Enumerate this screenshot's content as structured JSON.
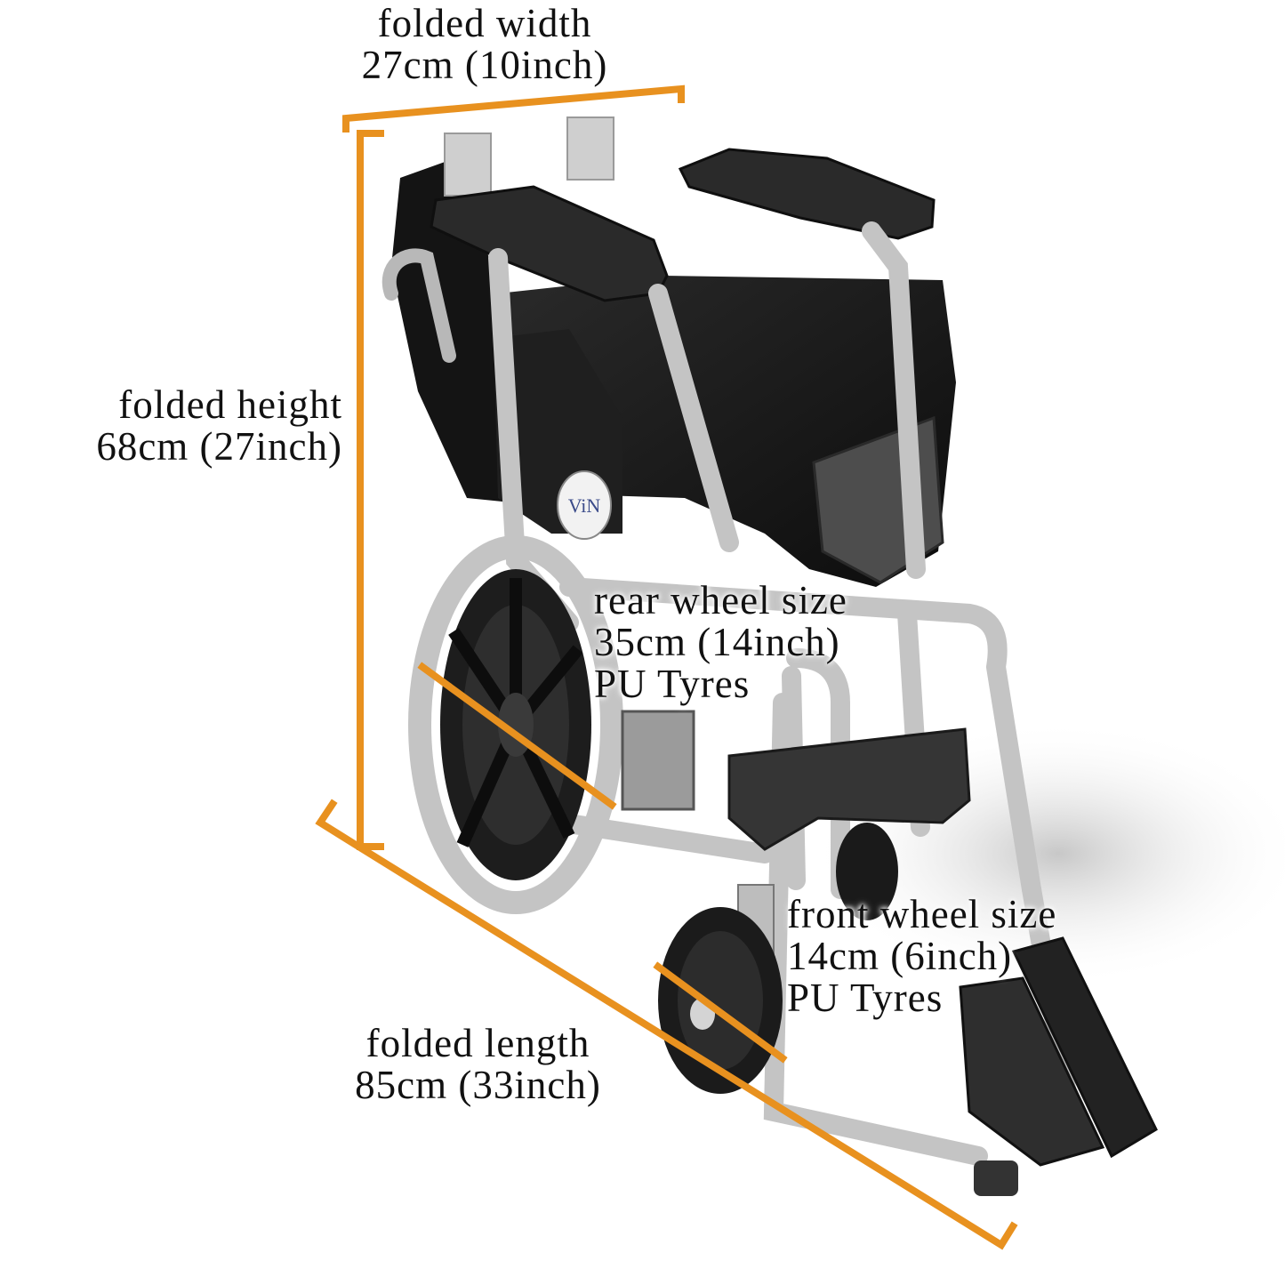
{
  "colors": {
    "dimension_line": "#e8911f",
    "frame": "#c9c9c9",
    "frame_dark": "#8d8d8d",
    "upholstery": "#151515",
    "mesh": "#5a5a5a",
    "tyre": "#bdbdbd",
    "wheel": "#1c1c1c",
    "text": "#111111"
  },
  "labels": {
    "folded_width": {
      "line1": "folded width",
      "line2": "27cm (10inch)"
    },
    "folded_height": {
      "line1": "folded height",
      "line2": "68cm (27inch)"
    },
    "rear_wheel": {
      "line1": "rear wheel size",
      "line2": "35cm (14inch)",
      "line3": "PU Tyres"
    },
    "front_wheel": {
      "line1": "front wheel size",
      "line2": "14cm (6inch)",
      "line3": "PU Tyres"
    },
    "folded_length": {
      "line1": "folded length",
      "line2": "85cm (33inch)"
    }
  },
  "product": {
    "brand_badge": "ViN",
    "icon": "folded-wheelchair-illustration"
  }
}
